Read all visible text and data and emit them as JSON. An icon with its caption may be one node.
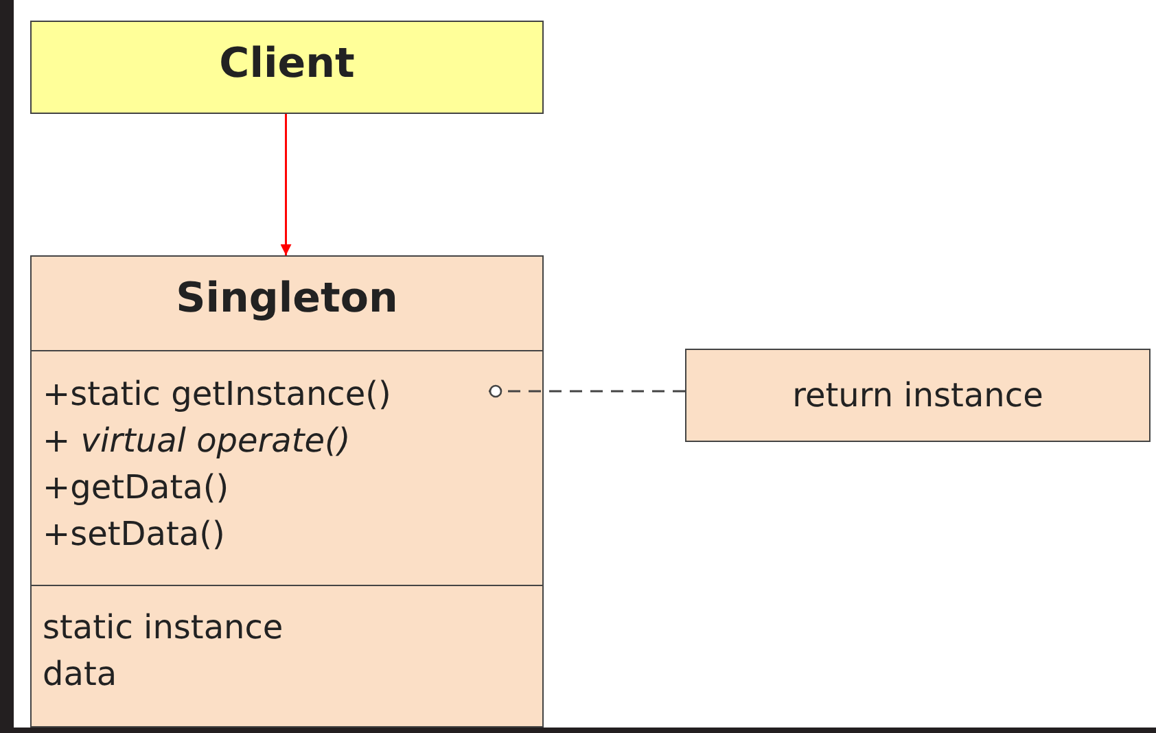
{
  "diagram": {
    "nodes": [
      {
        "text": [
          "Client"
        ]
      },
      {
        "text": [
          "Singleton",
          "+static getInstance()",
          "*+ virtual operate()*",
          "+getData()",
          "+setData()",
          "static instance",
          "data"
        ]
      },
      {
        "text": [
          "return instance"
        ]
      }
    ],
    "edges": [
      {
        "from": 0,
        "to": 1,
        "arrow": "to",
        "color": "#ff0000"
      },
      {
        "from": 2,
        "to": 1,
        "arrow": "other",
        "style": "dashed",
        "color": "#444444"
      }
    ]
  }
}
